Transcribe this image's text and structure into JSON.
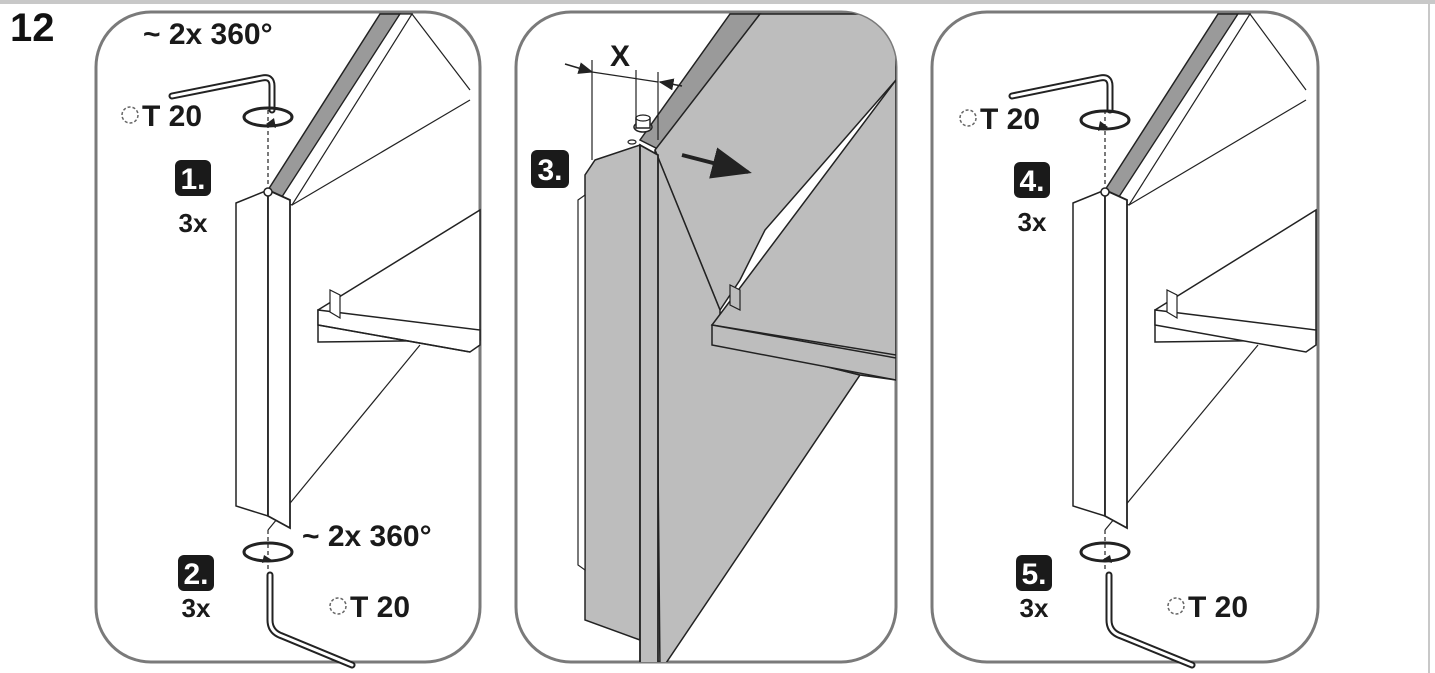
{
  "figure_number": "12",
  "panels": [
    {
      "rotation_top": "~ 2x 360°",
      "tool_top": "T 20",
      "badge_top": "1.",
      "count_top": "3x",
      "rotation_bottom": "~ 2x 360°",
      "badge_bottom": "2.",
      "count_bottom": "3x",
      "tool_bottom": "T 20"
    },
    {
      "dimension_label": "X",
      "badge": "3."
    },
    {
      "tool_top": "T 20",
      "badge_top": "4.",
      "count_top": "3x",
      "badge_bottom": "5.",
      "count_bottom": "3x",
      "tool_bottom": "T 20"
    }
  ]
}
